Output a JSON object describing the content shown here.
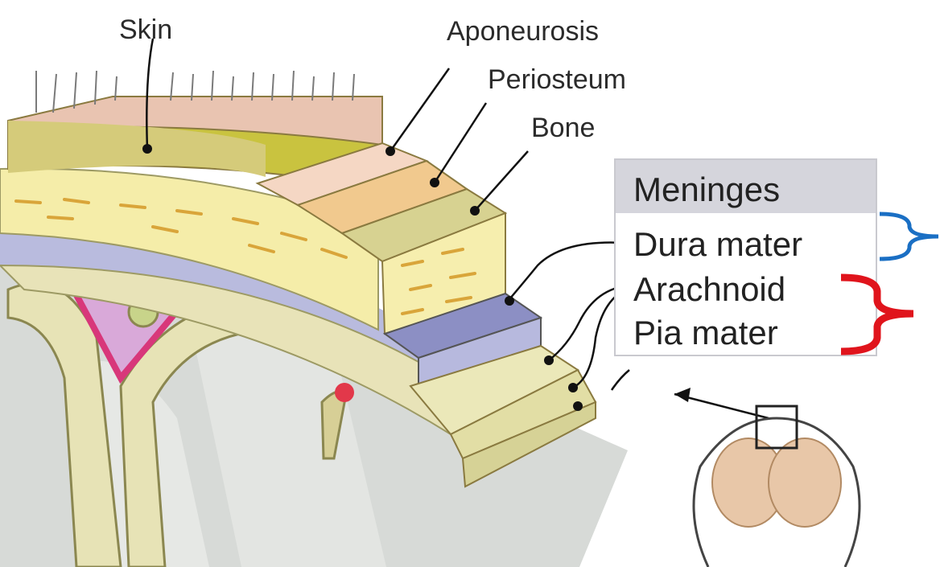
{
  "labels": {
    "skin": "Skin",
    "aponeurosis": "Aponeurosis",
    "periosteum": "Periosteum",
    "bone": "Bone"
  },
  "meninges": {
    "title": "Meninges",
    "items": [
      "Dura mater",
      "Arachnoid",
      "Pia mater"
    ]
  },
  "colors": {
    "skin": "#e8c3b0",
    "hair_layer": "#c7c23e",
    "aponeurosis": "#f4d8c4",
    "periosteum": "#f1c98e",
    "bone": "#f6eeae",
    "dura": "#b6b8de",
    "arachnoid": "#e9e9b8",
    "pia": "#dcd9a6",
    "sinus": "#e04a8a",
    "brain": "#d6d9d6",
    "bracket_dura": "#1a6fc4",
    "bracket_arachnoid_pia": "#e0141c"
  }
}
